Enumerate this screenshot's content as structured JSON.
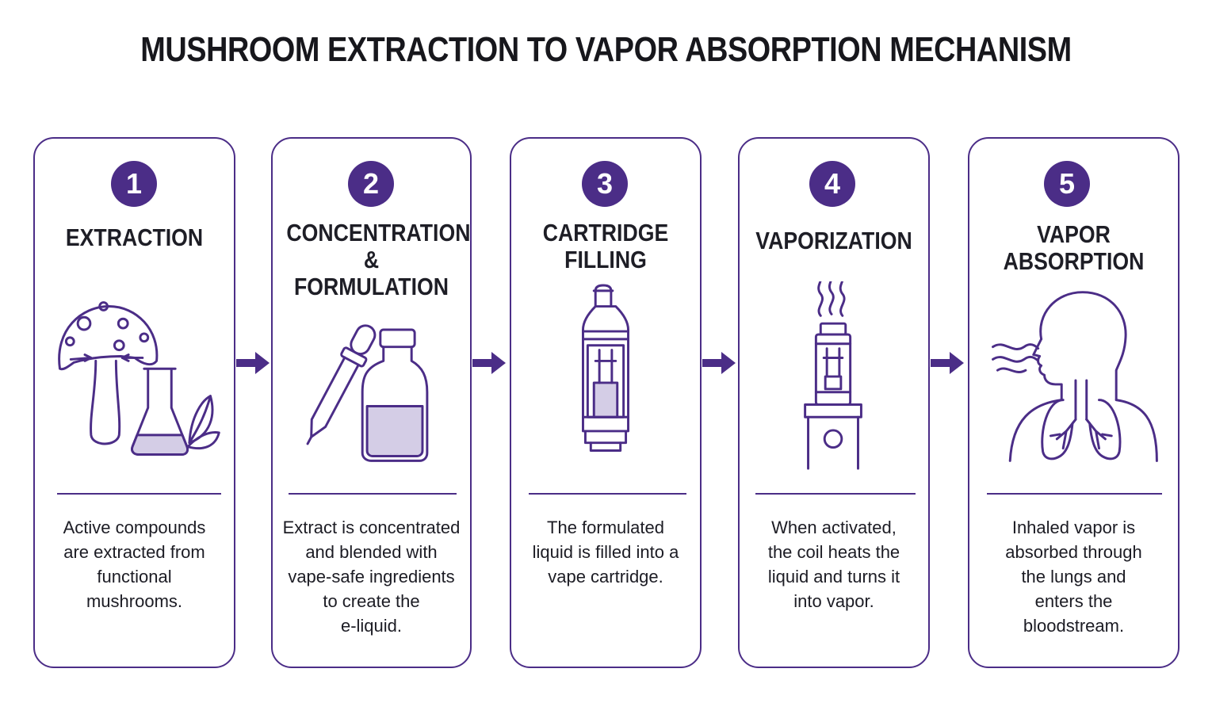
{
  "title": "MUSHROOM EXTRACTION TO VAPOR ABSORPTION MECHANISM",
  "colors": {
    "accent": "#4b2d87",
    "fill": "#d4cde6",
    "text": "#1c1c24"
  },
  "steps": [
    {
      "number": "1",
      "title_lines": [
        "EXTRACTION"
      ],
      "icon": "mushroom-flask-leaf-icon",
      "desc_lines": [
        "Active compounds",
        "are extracted from",
        "functional",
        "mushrooms."
      ]
    },
    {
      "number": "2",
      "title_lines": [
        "CONCENTRATION",
        "& FORMULATION"
      ],
      "icon": "dropper-bottle-icon",
      "desc_lines": [
        "Extract is concentrated",
        "and blended with",
        "vape-safe ingredients",
        "to create the",
        "e-liquid."
      ]
    },
    {
      "number": "3",
      "title_lines": [
        "CARTRIDGE",
        "FILLING"
      ],
      "icon": "vape-cartridge-icon",
      "desc_lines": [
        "The formulated",
        "liquid is filled into a",
        "vape cartridge."
      ]
    },
    {
      "number": "4",
      "title_lines": [
        "VAPORIZATION"
      ],
      "icon": "vape-device-steam-icon",
      "desc_lines": [
        "When activated,",
        "the coil heats the",
        "liquid and turns it",
        "into vapor."
      ]
    },
    {
      "number": "5",
      "title_lines": [
        "VAPOR",
        "ABSORPTION"
      ],
      "icon": "head-lungs-icon",
      "desc_lines": [
        "Inhaled vapor is",
        "absorbed through",
        "the lungs and",
        "enters the",
        "bloodstream."
      ]
    }
  ]
}
